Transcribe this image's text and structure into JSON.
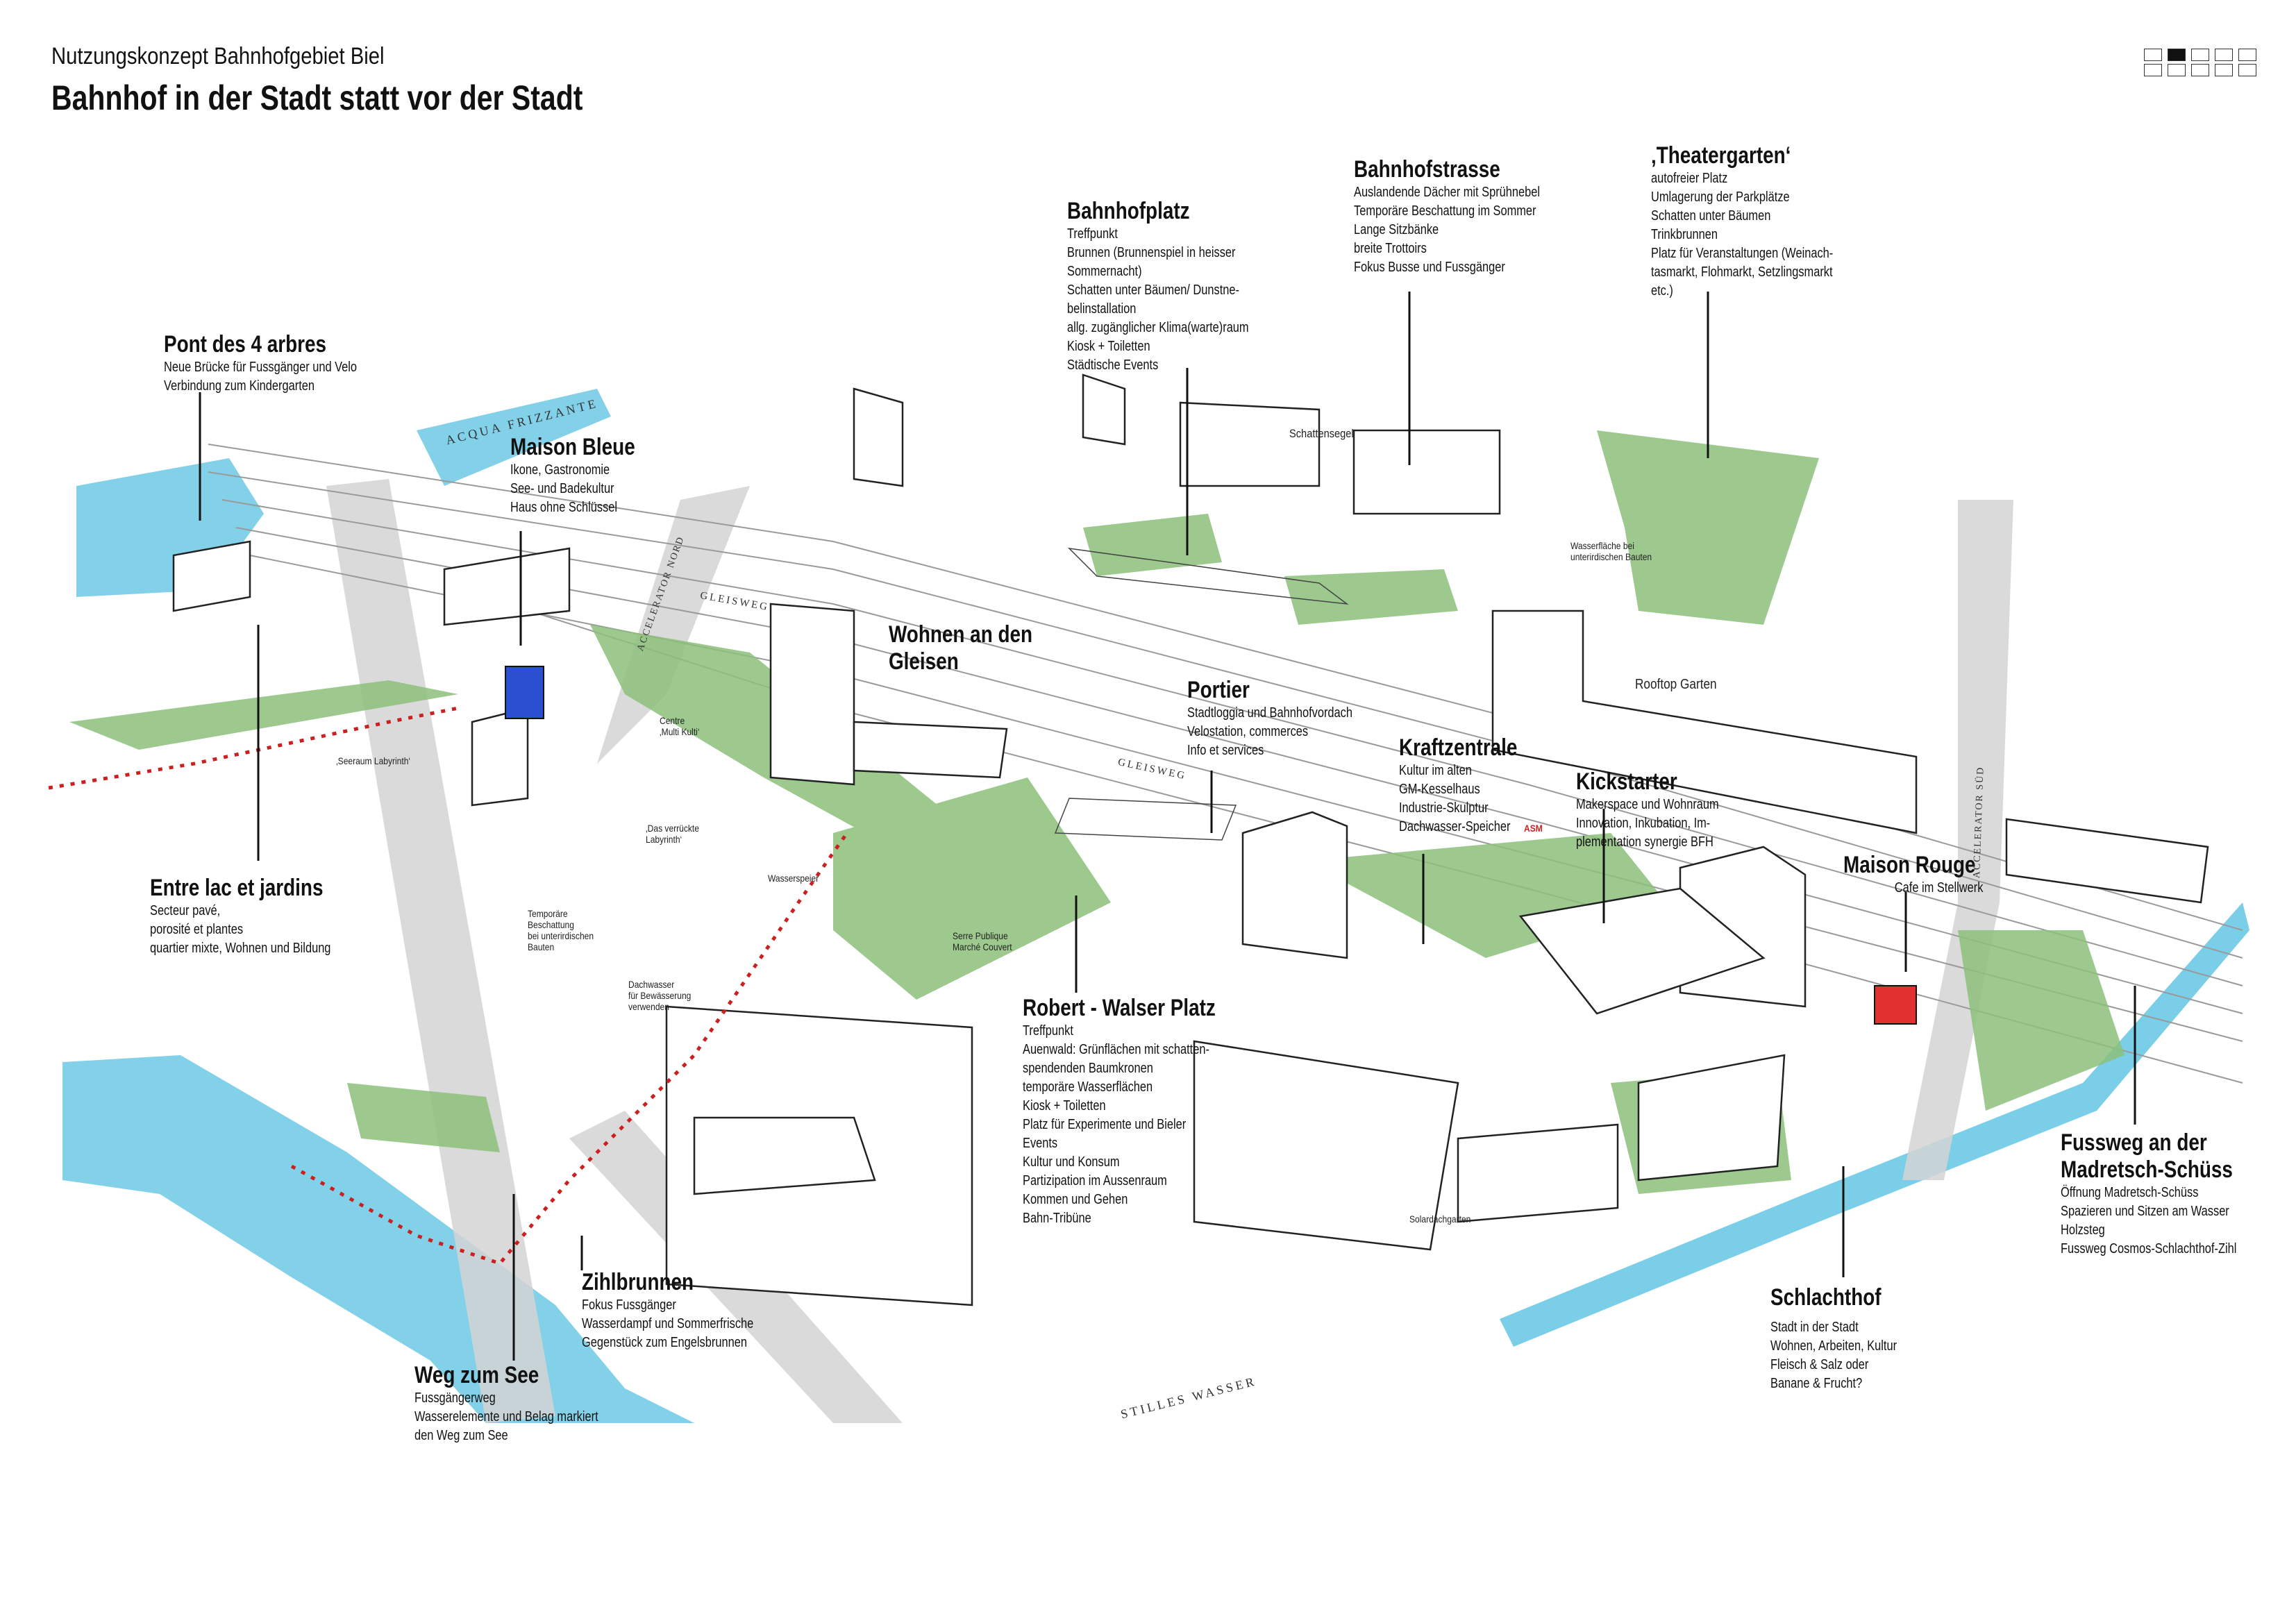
{
  "header": {
    "subtitle": "Nutzungskonzept Bahnhofgebiet Biel",
    "title": "Bahnhof in der Stadt statt vor der Stadt",
    "page_indicator": {
      "total": 10,
      "active": 2
    }
  },
  "annotations": [
    {
      "id": "pont",
      "heading": "Pont des 4 arbres",
      "body": [
        "Neue Brücke für Fussgänger und Velo",
        "Verbindung zum Kindergarten"
      ]
    },
    {
      "id": "maison-bleue",
      "heading": "Maison Bleue",
      "body": [
        "Ikone, Gastronomie",
        "See- und Badekultur",
        "Haus ohne Schlüssel"
      ]
    },
    {
      "id": "bahnhofplatz",
      "heading": "Bahnhofplatz",
      "body": [
        "Treffpunkt",
        "Brunnen (Brunnenspiel in heisser",
        "Sommernacht)",
        "Schatten unter Bäumen/ Dunstne-",
        "belinstallation",
        "allg. zugänglicher Klima(warte)raum",
        "Kiosk + Toiletten",
        "Städtische Events"
      ]
    },
    {
      "id": "bahnhofstrasse",
      "heading": "Bahnhofstrasse",
      "body": [
        "Auslandende Dächer mit Sprühnebel",
        "Temporäre Beschattung im Sommer",
        "Lange Sitzbänke",
        "breite Trottoirs",
        "Fokus Busse und Fussgänger"
      ]
    },
    {
      "id": "theatergarten",
      "heading": "‚Theatergarten‘",
      "body": [
        "autofreier Platz",
        "Umlagerung der Parkplätze",
        "Schatten unter Bäumen",
        "Trinkbrunnen",
        "Platz für Veranstaltungen (Weinach-",
        "tasmarkt, Flohmarkt, Setzlingsmarkt",
        "etc.)"
      ]
    },
    {
      "id": "wohnen",
      "heading": "Wohnen an den\nGleisen",
      "body": []
    },
    {
      "id": "portier",
      "heading": "Portier",
      "body": [
        "Stadtloggia und Bahnhofvordach",
        "Velostation, commerces",
        "Info et services"
      ]
    },
    {
      "id": "kraftzentrale",
      "heading": "Kraftzentrale",
      "body": [
        "Kultur im alten",
        "GM-Kesselhaus",
        "Industrie-Skulptur",
        "Dachwasser-Speicher"
      ]
    },
    {
      "id": "kickstarter",
      "heading": "Kickstarter",
      "body": [
        "Makerspace und Wohnraum",
        "Innovation, Inkubation,  Im-",
        "plementation synergie BFH"
      ]
    },
    {
      "id": "maison-rouge",
      "heading": "Maison Rouge",
      "body": [
        "Cafe im Stellwerk"
      ]
    },
    {
      "id": "entre-lac",
      "heading": "Entre lac et jardins",
      "body": [
        "Secteur pavé,",
        "porosité et plantes",
        "quartier mixte, Wohnen und Bildung"
      ]
    },
    {
      "id": "robert-walser",
      "heading": "Robert - Walser Platz",
      "body": [
        "Treffpunkt",
        "Auenwald: Grünflächen mit schatten-",
        "spendenden Baumkronen",
        "temporäre Wasserflächen",
        "Kiosk + Toiletten",
        "Platz für Experimente und Bieler",
        "Events",
        "Kultur und Konsum",
        "Partizipation im Aussenraum",
        "Kommen und Gehen",
        "Bahn-Tribüne"
      ]
    },
    {
      "id": "fussweg",
      "heading": "Fussweg an der\nMadretsch-Schüss",
      "body": [
        "Öffnung Madretsch-Schüss",
        "Spazieren und Sitzen am Wasser",
        "Holzsteg",
        "Fussweg Cosmos-Schlachthof-Zihl"
      ]
    },
    {
      "id": "schlachthof",
      "heading": "Schlachthof",
      "body": [
        "",
        "Stadt in der Stadt",
        "Wohnen, Arbeiten, Kultur",
        "Fleisch & Salz oder",
        "Banane & Frucht?"
      ]
    },
    {
      "id": "zihlbrunnen",
      "heading": "Zihlbrunnen",
      "body": [
        "Fokus Fussgänger",
        "Wasserdampf und Sommerfrische",
        "Gegenstück zum Engelsbrunnen"
      ]
    },
    {
      "id": "weg-zum-see",
      "heading": "Weg zum See",
      "body": [
        "Fussgängerweg",
        "Wasserelemente und Belag markiert",
        "den Weg zum See"
      ]
    }
  ],
  "map_labels": {
    "schattensegel": "Schattensegel",
    "wasserflaeche": "Wasserfläche bei\nunterirdischen Bauten",
    "rooftop": "Rooftop Garten",
    "centre": "Centre\n‚Multi Kulti‘",
    "seeraum": "‚Seeraum Labyrinth‘",
    "verrueckte": "‚Das verrückte\nLabyrinth‘",
    "wasserspeier": "Wasserspeier",
    "temporaere": "Temporäre\nBeschattung\nbei unterirdischen\nBauten",
    "dachwasser": "Dachwasser\nfür Bewässerung\nverwenden",
    "serre": "Serre Publique\nMarché Couvert",
    "solardach": "Solardachgarten",
    "asm": "ASM"
  },
  "street_labels": {
    "acqua": "ACQUA FRIZZANTE",
    "acc_nord": "ACCELERATOR NORD",
    "gleisweg1": "GLEISWEG",
    "gleisweg2": "GLEISWEG",
    "acc_sued": "ACCELERATOR SÜD",
    "stilles": "STILLES WASSER"
  },
  "colors": {
    "water": "#63c6e3",
    "green": "#8cc07a",
    "route": "#cc1f1f",
    "maison_bleue": "#2a4fd0",
    "maison_rouge": "#e23030",
    "track": "#c8c8c8"
  }
}
